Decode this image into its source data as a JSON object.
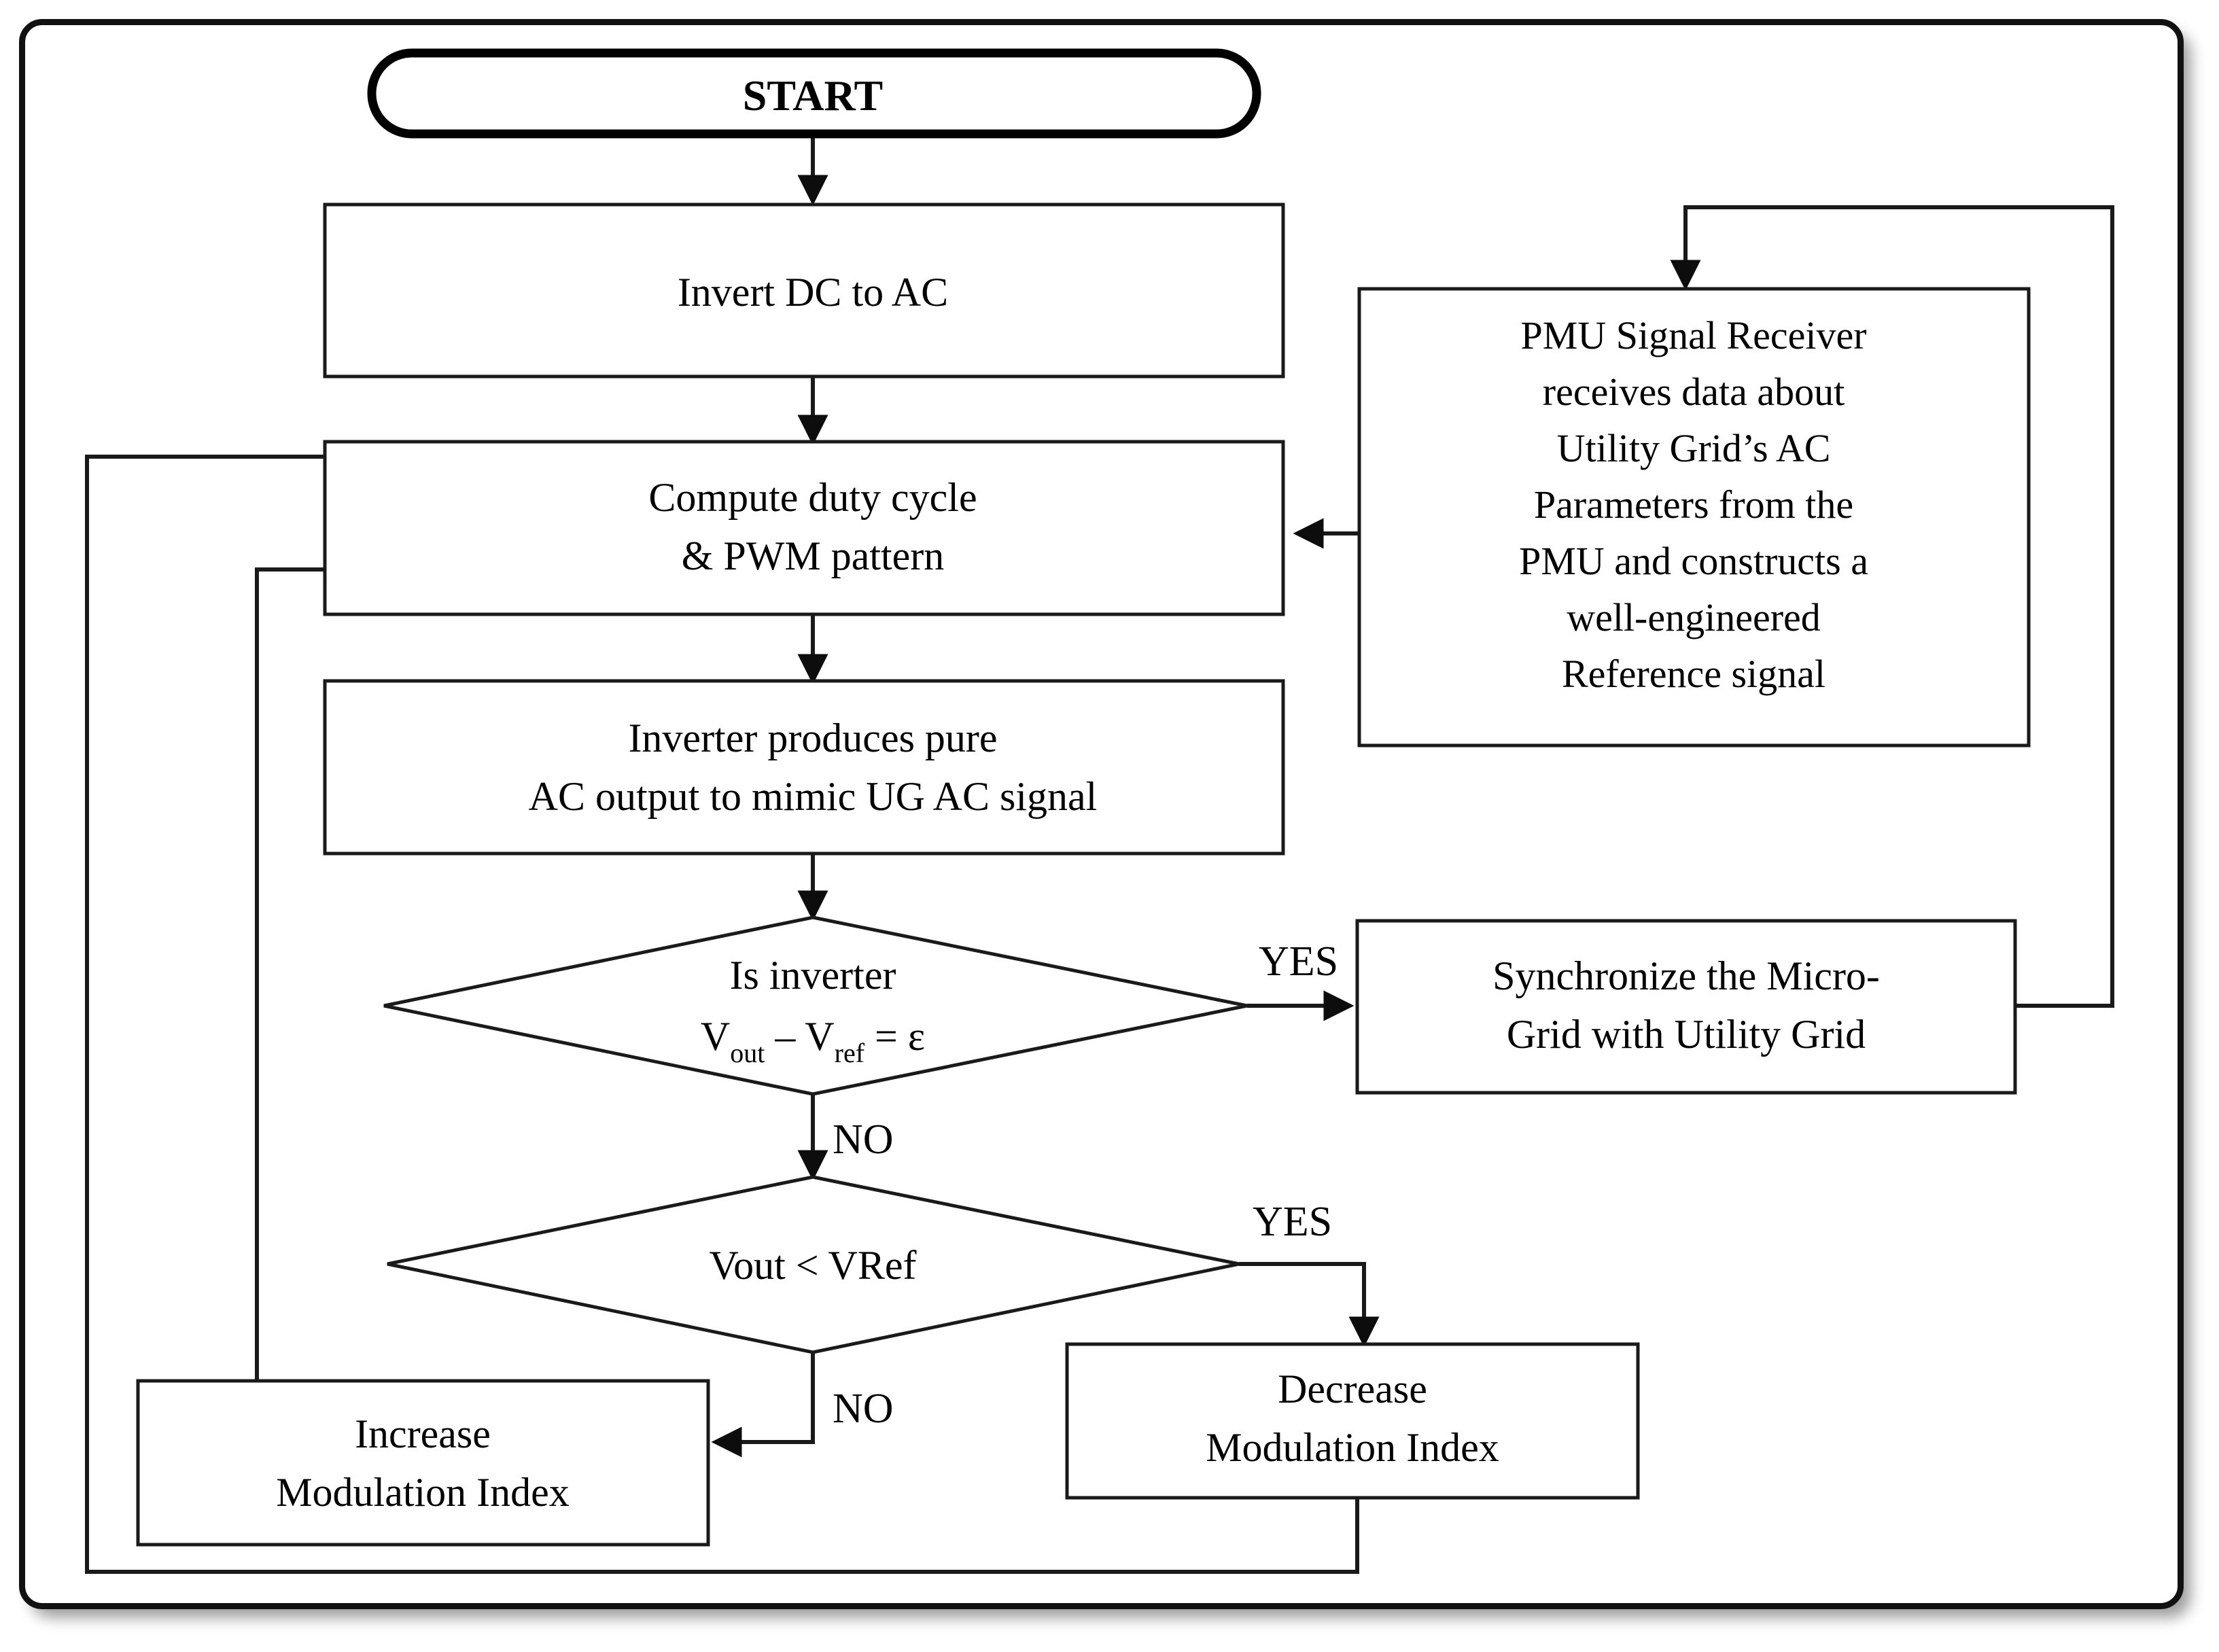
{
  "diagram": {
    "title": "Inverter PWM control and micro-grid synchronization flowchart",
    "colors": {
      "line": "#1a1a1a",
      "frame": "#111111",
      "background": "#ffffff",
      "text": "#000000"
    },
    "nodes": {
      "start": {
        "label": "START",
        "shape": "stadium"
      },
      "invert": {
        "label": "Invert DC to AC",
        "shape": "process"
      },
      "compute": {
        "line1": "Compute duty cycle",
        "line2": "& PWM pattern",
        "shape": "process"
      },
      "inverter_out": {
        "line1": "Inverter produces pure",
        "line2": "AC output to mimic UG AC signal",
        "shape": "process"
      },
      "pmu": {
        "shape": "process",
        "lines": [
          "PMU Signal Receiver",
          "receives data about",
          "Utility Grid’s AC",
          "Parameters from the",
          "PMU and constructs a",
          "well-engineered",
          "Reference signal"
        ]
      },
      "decision1": {
        "line1": "Is inverter",
        "expr_v1": "V",
        "expr_sub1": "out",
        "expr_mid": " – V",
        "expr_sub2": "ref",
        "expr_tail": " = ε",
        "shape": "decision"
      },
      "decision2": {
        "label": "Vout < VRef",
        "shape": "decision"
      },
      "sync": {
        "line1": "Synchronize the Micro-",
        "line2": "Grid with Utility Grid",
        "shape": "process"
      },
      "increase": {
        "line1": "Increase",
        "line2": "Modulation Index",
        "shape": "process"
      },
      "decrease": {
        "line1": "Decrease",
        "line2": "Modulation Index",
        "shape": "process"
      }
    },
    "edge_labels": {
      "d1_yes": "YES",
      "d1_no": "NO",
      "d2_yes": "YES",
      "d2_no": "NO"
    }
  },
  "chart_data": {
    "type": "diagram",
    "subtype": "flowchart",
    "title": "Inverter PWM control and micro-grid synchronization flowchart",
    "nodes": [
      {
        "id": "start",
        "text": "START",
        "shape": "stadium"
      },
      {
        "id": "invert",
        "text": "Invert DC to AC",
        "shape": "rect"
      },
      {
        "id": "compute",
        "text": "Compute duty cycle & PWM pattern",
        "shape": "rect"
      },
      {
        "id": "inverter_out",
        "text": "Inverter produces pure AC output to mimic UG AC signal",
        "shape": "rect"
      },
      {
        "id": "pmu",
        "text": "PMU Signal Receiver receives data about Utility Grid’s AC Parameters from the PMU and constructs a well-engineered Reference signal",
        "shape": "rect"
      },
      {
        "id": "decision1",
        "text": "Is inverter Vout – Vref = ε",
        "shape": "diamond"
      },
      {
        "id": "sync",
        "text": "Synchronize the Micro-Grid with Utility Grid",
        "shape": "rect"
      },
      {
        "id": "decision2",
        "text": "Vout < VRef",
        "shape": "diamond"
      },
      {
        "id": "increase",
        "text": "Increase Modulation Index",
        "shape": "rect"
      },
      {
        "id": "decrease",
        "text": "Decrease Modulation Index",
        "shape": "rect"
      }
    ],
    "edges": [
      {
        "from": "start",
        "to": "invert",
        "label": ""
      },
      {
        "from": "invert",
        "to": "compute",
        "label": ""
      },
      {
        "from": "compute",
        "to": "inverter_out",
        "label": ""
      },
      {
        "from": "inverter_out",
        "to": "decision1",
        "label": ""
      },
      {
        "from": "pmu",
        "to": "compute",
        "label": ""
      },
      {
        "from": "decision1",
        "to": "sync",
        "label": "YES"
      },
      {
        "from": "decision1",
        "to": "decision2",
        "label": "NO"
      },
      {
        "from": "sync",
        "to": "pmu",
        "label": ""
      },
      {
        "from": "decision2",
        "to": "decrease",
        "label": "YES"
      },
      {
        "from": "decision2",
        "to": "increase",
        "label": "NO"
      },
      {
        "from": "increase",
        "to": "compute",
        "label": ""
      },
      {
        "from": "decrease",
        "to": "compute",
        "label": ""
      }
    ]
  }
}
